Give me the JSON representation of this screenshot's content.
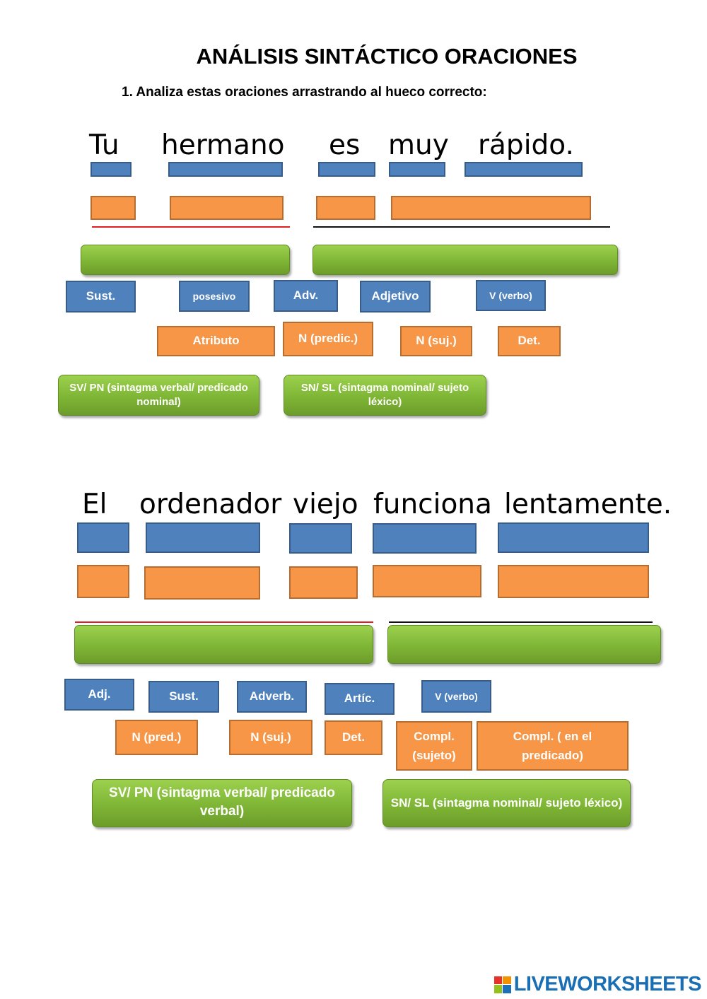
{
  "header": {
    "title": "ANÁLISIS SINTÁCTICO ORACIONES",
    "instruction": "1.  Analiza estas oraciones arrastrando al hueco correcto:"
  },
  "sentence1": {
    "words": [
      "Tu",
      "hermano",
      "es",
      "muy",
      "rápido."
    ],
    "tiles": {
      "blue": [
        "Sust.",
        "posesivo",
        "Adv.",
        "Adjetivo",
        "V (verbo)"
      ],
      "orange": [
        "Atributo",
        "N (predic.)",
        "N (suj.)",
        "Det."
      ],
      "green": [
        "SV/ PN (sintagma  verbal/ predicado nominal)",
        "SN/ SL (sintagma nominal/ sujeto léxico)"
      ]
    }
  },
  "sentence2": {
    "words": [
      "El",
      "ordenador",
      "viejo",
      "funciona",
      "lentamente."
    ],
    "tiles": {
      "blue": [
        "Adj.",
        "Sust.",
        "Adverb.",
        "Artíc.",
        "V (verbo)"
      ],
      "orange": [
        "N (pred.)",
        "N (suj.)",
        "Det.",
        "Compl. (sujeto)",
        "Compl. ( en el predicado)"
      ],
      "green": [
        "SV/ PN (sintagma  verbal/ predicado verbal)",
        "SN/ SL (sintagma nominal/ sujeto léxico)"
      ]
    }
  },
  "footer": {
    "brand": "LIVEWORKSHEETS",
    "logo_colors": [
      "#e6332a",
      "#f39200",
      "#95c11f",
      "#1d71b8"
    ]
  }
}
